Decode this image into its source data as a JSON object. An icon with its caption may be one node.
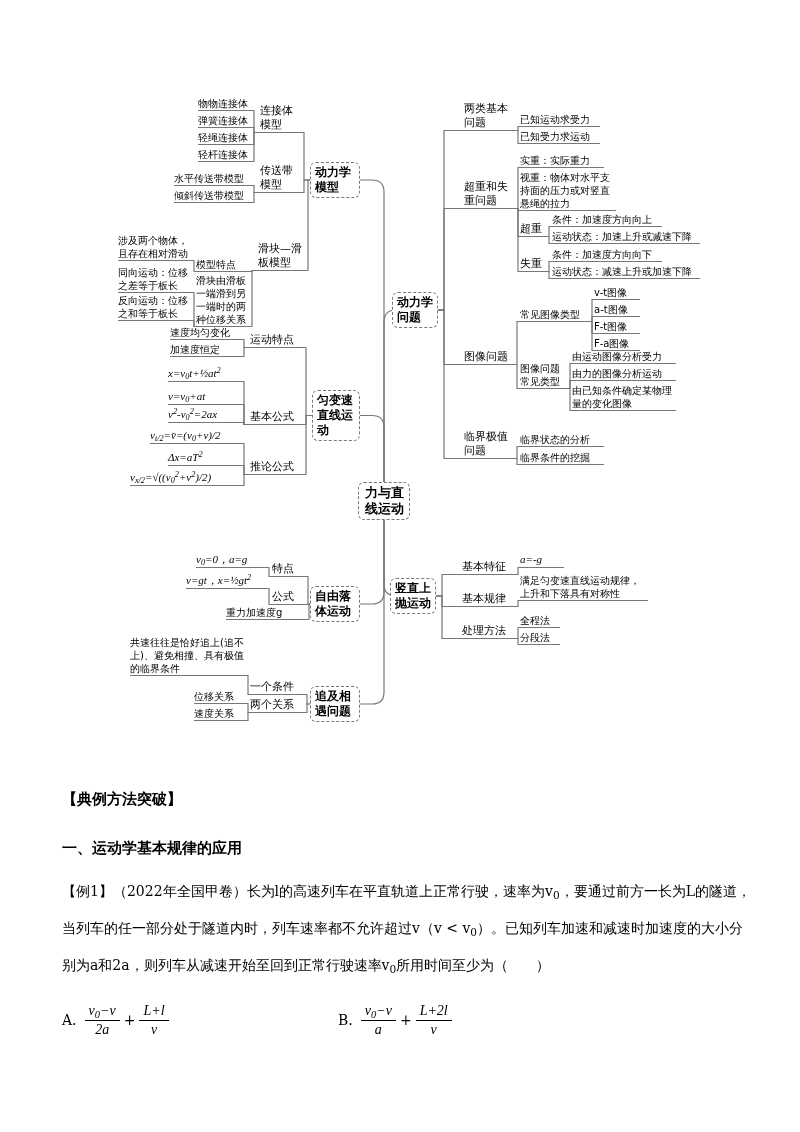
{
  "diagram": {
    "nodes": [
      {
        "text": [
          "力与直线运动"
        ]
      },
      {
        "text": [
          "动力学模型"
        ]
      },
      {
        "text": [
          "连接体模型"
        ]
      },
      {
        "text": [
          "物物连接体"
        ]
      },
      {
        "text": [
          "弹簧连接体"
        ]
      },
      {
        "text": [
          "轻绳连接体"
        ]
      },
      {
        "text": [
          "轻杆连接体"
        ]
      },
      {
        "text": [
          "传送带模型"
        ]
      },
      {
        "text": [
          "水平传送带模型"
        ]
      },
      {
        "text": [
          "倾斜传送带模型"
        ]
      },
      {
        "text": [
          "滑块—滑板模型"
        ]
      },
      {
        "text": [
          "模型特点"
        ]
      },
      {
        "text": [
          "涉及两个物体，且存在相对滑动"
        ]
      },
      {
        "text": [
          "滑块由滑板一端滑到另一端时的两种位移关系"
        ]
      },
      {
        "text": [
          "同向运动：位移之差等于板长"
        ]
      },
      {
        "text": [
          "反向运动：位移之和等于板长"
        ]
      },
      {
        "text": [
          "匀变速直线运动"
        ]
      },
      {
        "text": [
          "运动特点"
        ]
      },
      {
        "text": [
          "速度均匀变化"
        ]
      },
      {
        "text": [
          "加速度恒定"
        ]
      },
      {
        "text": [
          "基本公式"
        ]
      },
      {
        "text": [
          "x=v$_{0}$t+½at$^{2}$"
        ]
      },
      {
        "text": [
          "v=v$_{0}$+at"
        ]
      },
      {
        "text": [
          "v$^{2}$-v$_{0}$$^{2}$=2ax"
        ]
      },
      {
        "text": [
          "推论公式"
        ]
      },
      {
        "text": [
          "v$_{t/2}$=v̄=(v$_{0}$+v)/2"
        ]
      },
      {
        "text": [
          "Δx=aT$^{2}$"
        ]
      },
      {
        "text": [
          "v$_{x/2}$=√((v$_{0}$$^{2}$+v$^{2}$)/2)"
        ]
      },
      {
        "text": [
          "自由落体运动"
        ]
      },
      {
        "text": [
          "特点"
        ]
      },
      {
        "text": [
          "v$_{0}$=0，a=g"
        ]
      },
      {
        "text": [
          "公式"
        ]
      },
      {
        "text": [
          "v=gt，x=½gt$^{2}$"
        ]
      },
      {
        "text": [
          "重力加速度g"
        ]
      },
      {
        "text": [
          "追及相遇问题"
        ]
      },
      {
        "text": [
          "一个条件"
        ]
      },
      {
        "text": [
          "共速往往是恰好追上(追不上)、避免相撞、具有极值的临界条件"
        ]
      },
      {
        "text": [
          "两个关系"
        ]
      },
      {
        "text": [
          "位移关系"
        ]
      },
      {
        "text": [
          "速度关系"
        ]
      },
      {
        "text": [
          "动力学问题"
        ]
      },
      {
        "text": [
          "两类基本问题"
        ]
      },
      {
        "text": [
          "已知运动求受力"
        ]
      },
      {
        "text": [
          "已知受力求运动"
        ]
      },
      {
        "text": [
          "超重和失重问题"
        ]
      },
      {
        "text": [
          "实重：实际重力"
        ]
      },
      {
        "text": [
          "视重：物体对水平支持面的压力或对竖直悬绳的拉力"
        ]
      },
      {
        "text": [
          "超重"
        ]
      },
      {
        "text": [
          "条件：加速度方向向上"
        ]
      },
      {
        "text": [
          "运动状态：加速上升或减速下降"
        ]
      },
      {
        "text": [
          "失重"
        ]
      },
      {
        "text": [
          "条件：加速度方向向下"
        ]
      },
      {
        "text": [
          "运动状态：减速上升或加速下降"
        ]
      },
      {
        "text": [
          "图像问题"
        ]
      },
      {
        "text": [
          "常见图像类型"
        ]
      },
      {
        "text": [
          "v-t图像"
        ]
      },
      {
        "text": [
          "a-t图像"
        ]
      },
      {
        "text": [
          "F-t图像"
        ]
      },
      {
        "text": [
          "F-a图像"
        ]
      },
      {
        "text": [
          "图像问题常见类型"
        ]
      },
      {
        "text": [
          "由运动图像分析受力"
        ]
      },
      {
        "text": [
          "由力的图像分析运动"
        ]
      },
      {
        "text": [
          "由已知条件确定某物理量的变化图像"
        ]
      },
      {
        "text": [
          "临界极值问题"
        ]
      },
      {
        "text": [
          "临界状态的分析"
        ]
      },
      {
        "text": [
          "临界条件的挖掘"
        ]
      },
      {
        "text": [
          "竖直上抛运动"
        ]
      },
      {
        "text": [
          "基本特征"
        ]
      },
      {
        "text": [
          "a=-g"
        ]
      },
      {
        "text": [
          "基本规律"
        ]
      },
      {
        "text": [
          "满足匀变速直线运动规律，上升和下落具有对称性"
        ]
      },
      {
        "text": [
          "处理方法"
        ]
      },
      {
        "text": [
          "全程法"
        ]
      },
      {
        "text": [
          "分段法"
        ]
      }
    ],
    "edges": [
      {
        "from": 0,
        "to": 1,
        "arrow": "none"
      },
      {
        "from": 0,
        "to": 16,
        "arrow": "none"
      },
      {
        "from": 0,
        "to": 28,
        "arrow": "none"
      },
      {
        "from": 0,
        "to": 34,
        "arrow": "none"
      },
      {
        "from": 0,
        "to": 40,
        "arrow": "none"
      },
      {
        "from": 0,
        "to": 66,
        "arrow": "none"
      },
      {
        "from": 1,
        "to": 2,
        "arrow": "none"
      },
      {
        "from": 1,
        "to": 7,
        "arrow": "none"
      },
      {
        "from": 1,
        "to": 10,
        "arrow": "none"
      },
      {
        "from": 2,
        "to": 3,
        "arrow": "none"
      },
      {
        "from": 2,
        "to": 4,
        "arrow": "none"
      },
      {
        "from": 2,
        "to": 5,
        "arrow": "none"
      },
      {
        "from": 2,
        "to": 6,
        "arrow": "none"
      },
      {
        "from": 7,
        "to": 8,
        "arrow": "none"
      },
      {
        "from": 7,
        "to": 9,
        "arrow": "none"
      },
      {
        "from": 10,
        "to": 11,
        "arrow": "none"
      },
      {
        "from": 10,
        "to": 13,
        "arrow": "none"
      },
      {
        "from": 11,
        "to": 12,
        "arrow": "none"
      },
      {
        "from": 13,
        "to": 14,
        "arrow": "none"
      },
      {
        "from": 13,
        "to": 15,
        "arrow": "none"
      },
      {
        "from": 16,
        "to": 17,
        "arrow": "none"
      },
      {
        "from": 16,
        "to": 20,
        "arrow": "none"
      },
      {
        "from": 16,
        "to": 24,
        "arrow": "none"
      },
      {
        "from": 17,
        "to": 18,
        "arrow": "none"
      },
      {
        "from": 17,
        "to": 19,
        "arrow": "none"
      },
      {
        "from": 20,
        "to": 21,
        "arrow": "none"
      },
      {
        "from": 20,
        "to": 22,
        "arrow": "none"
      },
      {
        "from": 20,
        "to": 23,
        "arrow": "none"
      },
      {
        "from": 24,
        "to": 25,
        "arrow": "none"
      },
      {
        "from": 24,
        "to": 26,
        "arrow": "none"
      },
      {
        "from": 24,
        "to": 27,
        "arrow": "none"
      },
      {
        "from": 28,
        "to": 29,
        "arrow": "none"
      },
      {
        "from": 28,
        "to": 31,
        "arrow": "none"
      },
      {
        "from": 28,
        "to": 33,
        "arrow": "none"
      },
      {
        "from": 29,
        "to": 30,
        "arrow": "none"
      },
      {
        "from": 31,
        "to": 32,
        "arrow": "none"
      },
      {
        "from": 34,
        "to": 35,
        "arrow": "none"
      },
      {
        "from": 34,
        "to": 37,
        "arrow": "none"
      },
      {
        "from": 35,
        "to": 36,
        "arrow": "none"
      },
      {
        "from": 37,
        "to": 38,
        "arrow": "none"
      },
      {
        "from": 37,
        "to": 39,
        "arrow": "none"
      },
      {
        "from": 40,
        "to": 41,
        "arrow": "none"
      },
      {
        "from": 40,
        "to": 44,
        "arrow": "none"
      },
      {
        "from": 40,
        "to": 53,
        "arrow": "none"
      },
      {
        "from": 40,
        "to": 63,
        "arrow": "none"
      },
      {
        "from": 41,
        "to": 42,
        "arrow": "none"
      },
      {
        "from": 41,
        "to": 43,
        "arrow": "none"
      },
      {
        "from": 44,
        "to": 45,
        "arrow": "none"
      },
      {
        "from": 44,
        "to": 46,
        "arrow": "none"
      },
      {
        "from": 44,
        "to": 47,
        "arrow": "none"
      },
      {
        "from": 44,
        "to": 50,
        "arrow": "none"
      },
      {
        "from": 47,
        "to": 48,
        "arrow": "none"
      },
      {
        "from": 47,
        "to": 49,
        "arrow": "none"
      },
      {
        "from": 50,
        "to": 51,
        "arrow": "none"
      },
      {
        "from": 50,
        "to": 52,
        "arrow": "none"
      },
      {
        "from": 53,
        "to": 54,
        "arrow": "none"
      },
      {
        "from": 53,
        "to": 59,
        "arrow": "none"
      },
      {
        "from": 54,
        "to": 55,
        "arrow": "none"
      },
      {
        "from": 54,
        "to": 56,
        "arrow": "none"
      },
      {
        "from": 54,
        "to": 57,
        "arrow": "none"
      },
      {
        "from": 54,
        "to": 58,
        "arrow": "none"
      },
      {
        "from": 59,
        "to": 60,
        "arrow": "none"
      },
      {
        "from": 59,
        "to": 61,
        "arrow": "none"
      },
      {
        "from": 59,
        "to": 62,
        "arrow": "none"
      },
      {
        "from": 63,
        "to": 64,
        "arrow": "none"
      },
      {
        "from": 63,
        "to": 65,
        "arrow": "none"
      },
      {
        "from": 66,
        "to": 67,
        "arrow": "none"
      },
      {
        "from": 66,
        "to": 69,
        "arrow": "none"
      },
      {
        "from": 66,
        "to": 71,
        "arrow": "none"
      },
      {
        "from": 67,
        "to": 68,
        "arrow": "none"
      },
      {
        "from": 69,
        "to": 70,
        "arrow": "none"
      },
      {
        "from": 71,
        "to": 72,
        "arrow": "none"
      },
      {
        "from": 71,
        "to": 73,
        "arrow": "none"
      }
    ],
    "labels": [
      "【典例方法突破】",
      "一、运动学基本规律的应用",
      "【例1】（2022年全国甲卷）长为l的高速列车在平直轨道上正常行驶，速率为v$_{0}$，要通过前方一长为L的隧道，当列车的任一部分处于隧道内时，列车速率都不允许超过v（v < v$_{0}$）。已知列车加速和减速时加速度的大小分别为a和2a，则列车从减速开始至回到正常行驶速率v$_{0}$所用时间至少为（　　）",
      "A.",
      "v$_{0}$−v",
      "2a",
      "+",
      "L+l",
      "v",
      "B.",
      "v$_{0}$−v",
      "a",
      "+",
      "L+2l",
      "v"
    ]
  }
}
